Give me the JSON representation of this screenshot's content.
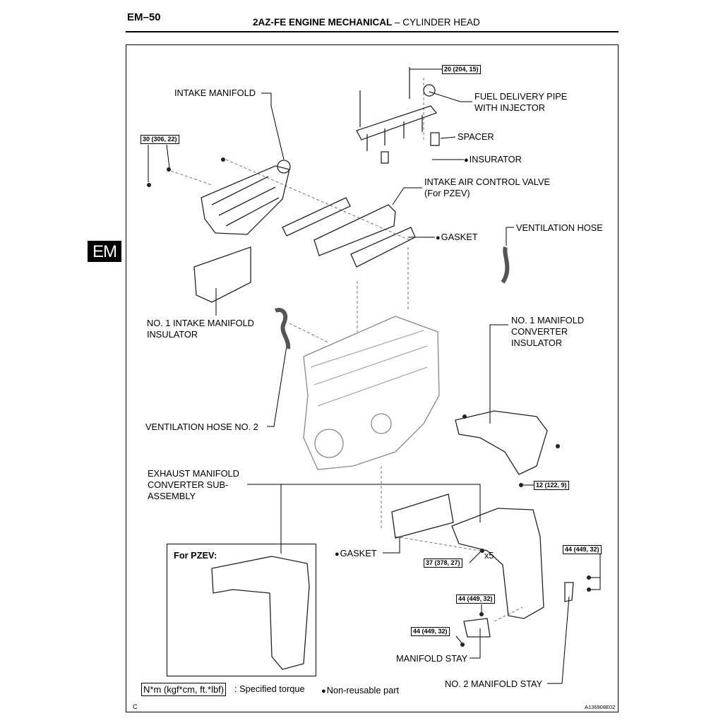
{
  "header": {
    "page_code": "EM–50",
    "section_bold": "2AZ-FE ENGINE MECHANICAL",
    "section_dash": " – ",
    "section_sub": "CYLINDER HEAD"
  },
  "side_tab": "EM",
  "labels": {
    "intake_manifold": "INTAKE MANIFOLD",
    "fuel_pipe_1": "FUEL DELIVERY PIPE",
    "fuel_pipe_2": "WITH INJECTOR",
    "spacer": "SPACER",
    "insurator": "INSURATOR",
    "iacv_1": "INTAKE AIR CONTROL VALVE",
    "iacv_2": "(For PZEV)",
    "gasket_top": "GASKET",
    "vent_hose": "VENTILATION HOSE",
    "no1_intake_ins_1": "NO. 1 INTAKE MANIFOLD",
    "no1_intake_ins_2": "INSULATOR",
    "no1_conv_ins_1": "NO. 1 MANIFOLD",
    "no1_conv_ins_2": "CONVERTER",
    "no1_conv_ins_3": "INSULATOR",
    "vent_hose_2": "VENTILATION HOSE NO. 2",
    "exh_1": "EXHAUST MANIFOLD",
    "exh_2": "CONVERTER SUB-",
    "exh_3": "ASSEMBLY",
    "gasket_bottom": "GASKET",
    "x5": "x5",
    "manifold_stay": "MANIFOLD STAY",
    "no2_manifold_stay": "NO. 2 MANIFOLD STAY",
    "for_pzev": "For PZEV:"
  },
  "torques": {
    "t_fuel": "20 (204, 15)",
    "t_intake": "30 (306, 22)",
    "t_conv_ins": "12 (122, 9)",
    "t_exh": "37 (378, 27)",
    "t_right": "44 (449, 32)",
    "t_mid": "44 (449, 32)",
    "t_stay": "44 (449, 32)"
  },
  "legend": {
    "torque_units": "N*m (kgf*cm, ft.*lbf)",
    "torque_desc": ": Specified torque",
    "nonreusable": "Non-reusable part"
  },
  "footer": {
    "letter": "C",
    "figure_id": "A136908E02"
  }
}
